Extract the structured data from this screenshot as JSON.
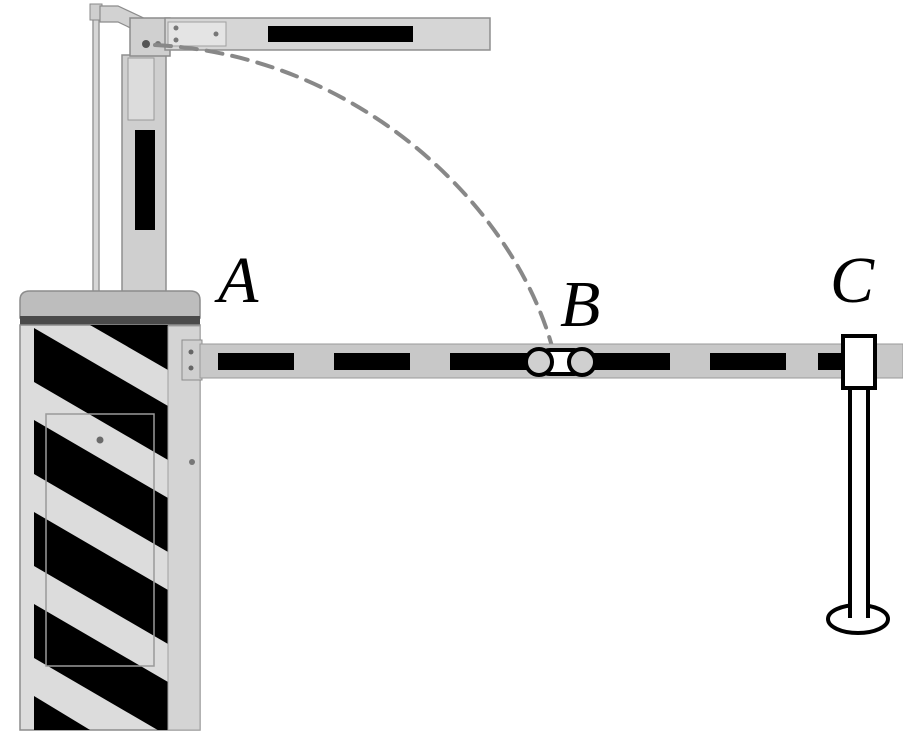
{
  "diagram": {
    "labels": {
      "a": "A",
      "b": "B",
      "c": "C"
    },
    "colors": {
      "arm": "#c8c8c8",
      "arm_stripe": "#000000",
      "cabinet_body": "#d9d9d9",
      "cabinet_top": "#bdbdbd",
      "hazard_stripe": "#000000",
      "arc": "#888888",
      "support": "#ffffff",
      "outline": "#000000"
    }
  }
}
